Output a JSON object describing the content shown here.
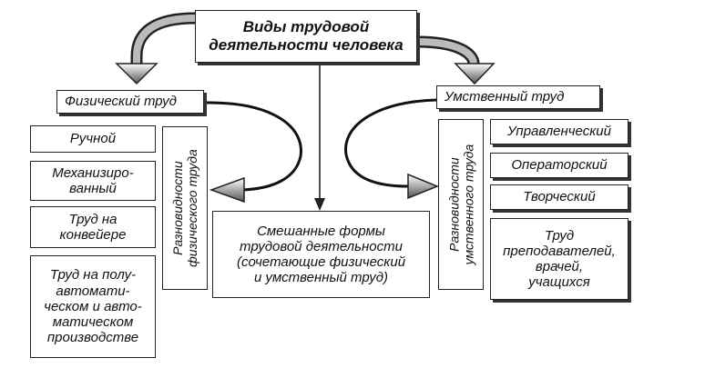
{
  "title": "Виды трудовой\nдеятельности человека",
  "physical": {
    "label": "Физический труд",
    "varieties_label": "Разновидности\nфизического труда",
    "items": [
      "Ручной",
      "Механизиро-\nванный",
      "Труд на\nконвейере",
      "Труд на полу-\nавтомати-\nческом и авто-\nматическом\nпроизводстве"
    ]
  },
  "mental": {
    "label": "Умственный труд",
    "varieties_label": "Разновидности\nумственного труда",
    "items": [
      "Управленческий",
      "Операторский",
      "Творческий",
      "Труд\nпреподавателей,\nврачей,\nучащихся"
    ]
  },
  "mixed": "Смешанные формы\nтрудовой деятельности\n(сочетающие физический\nи умственный труд)"
}
